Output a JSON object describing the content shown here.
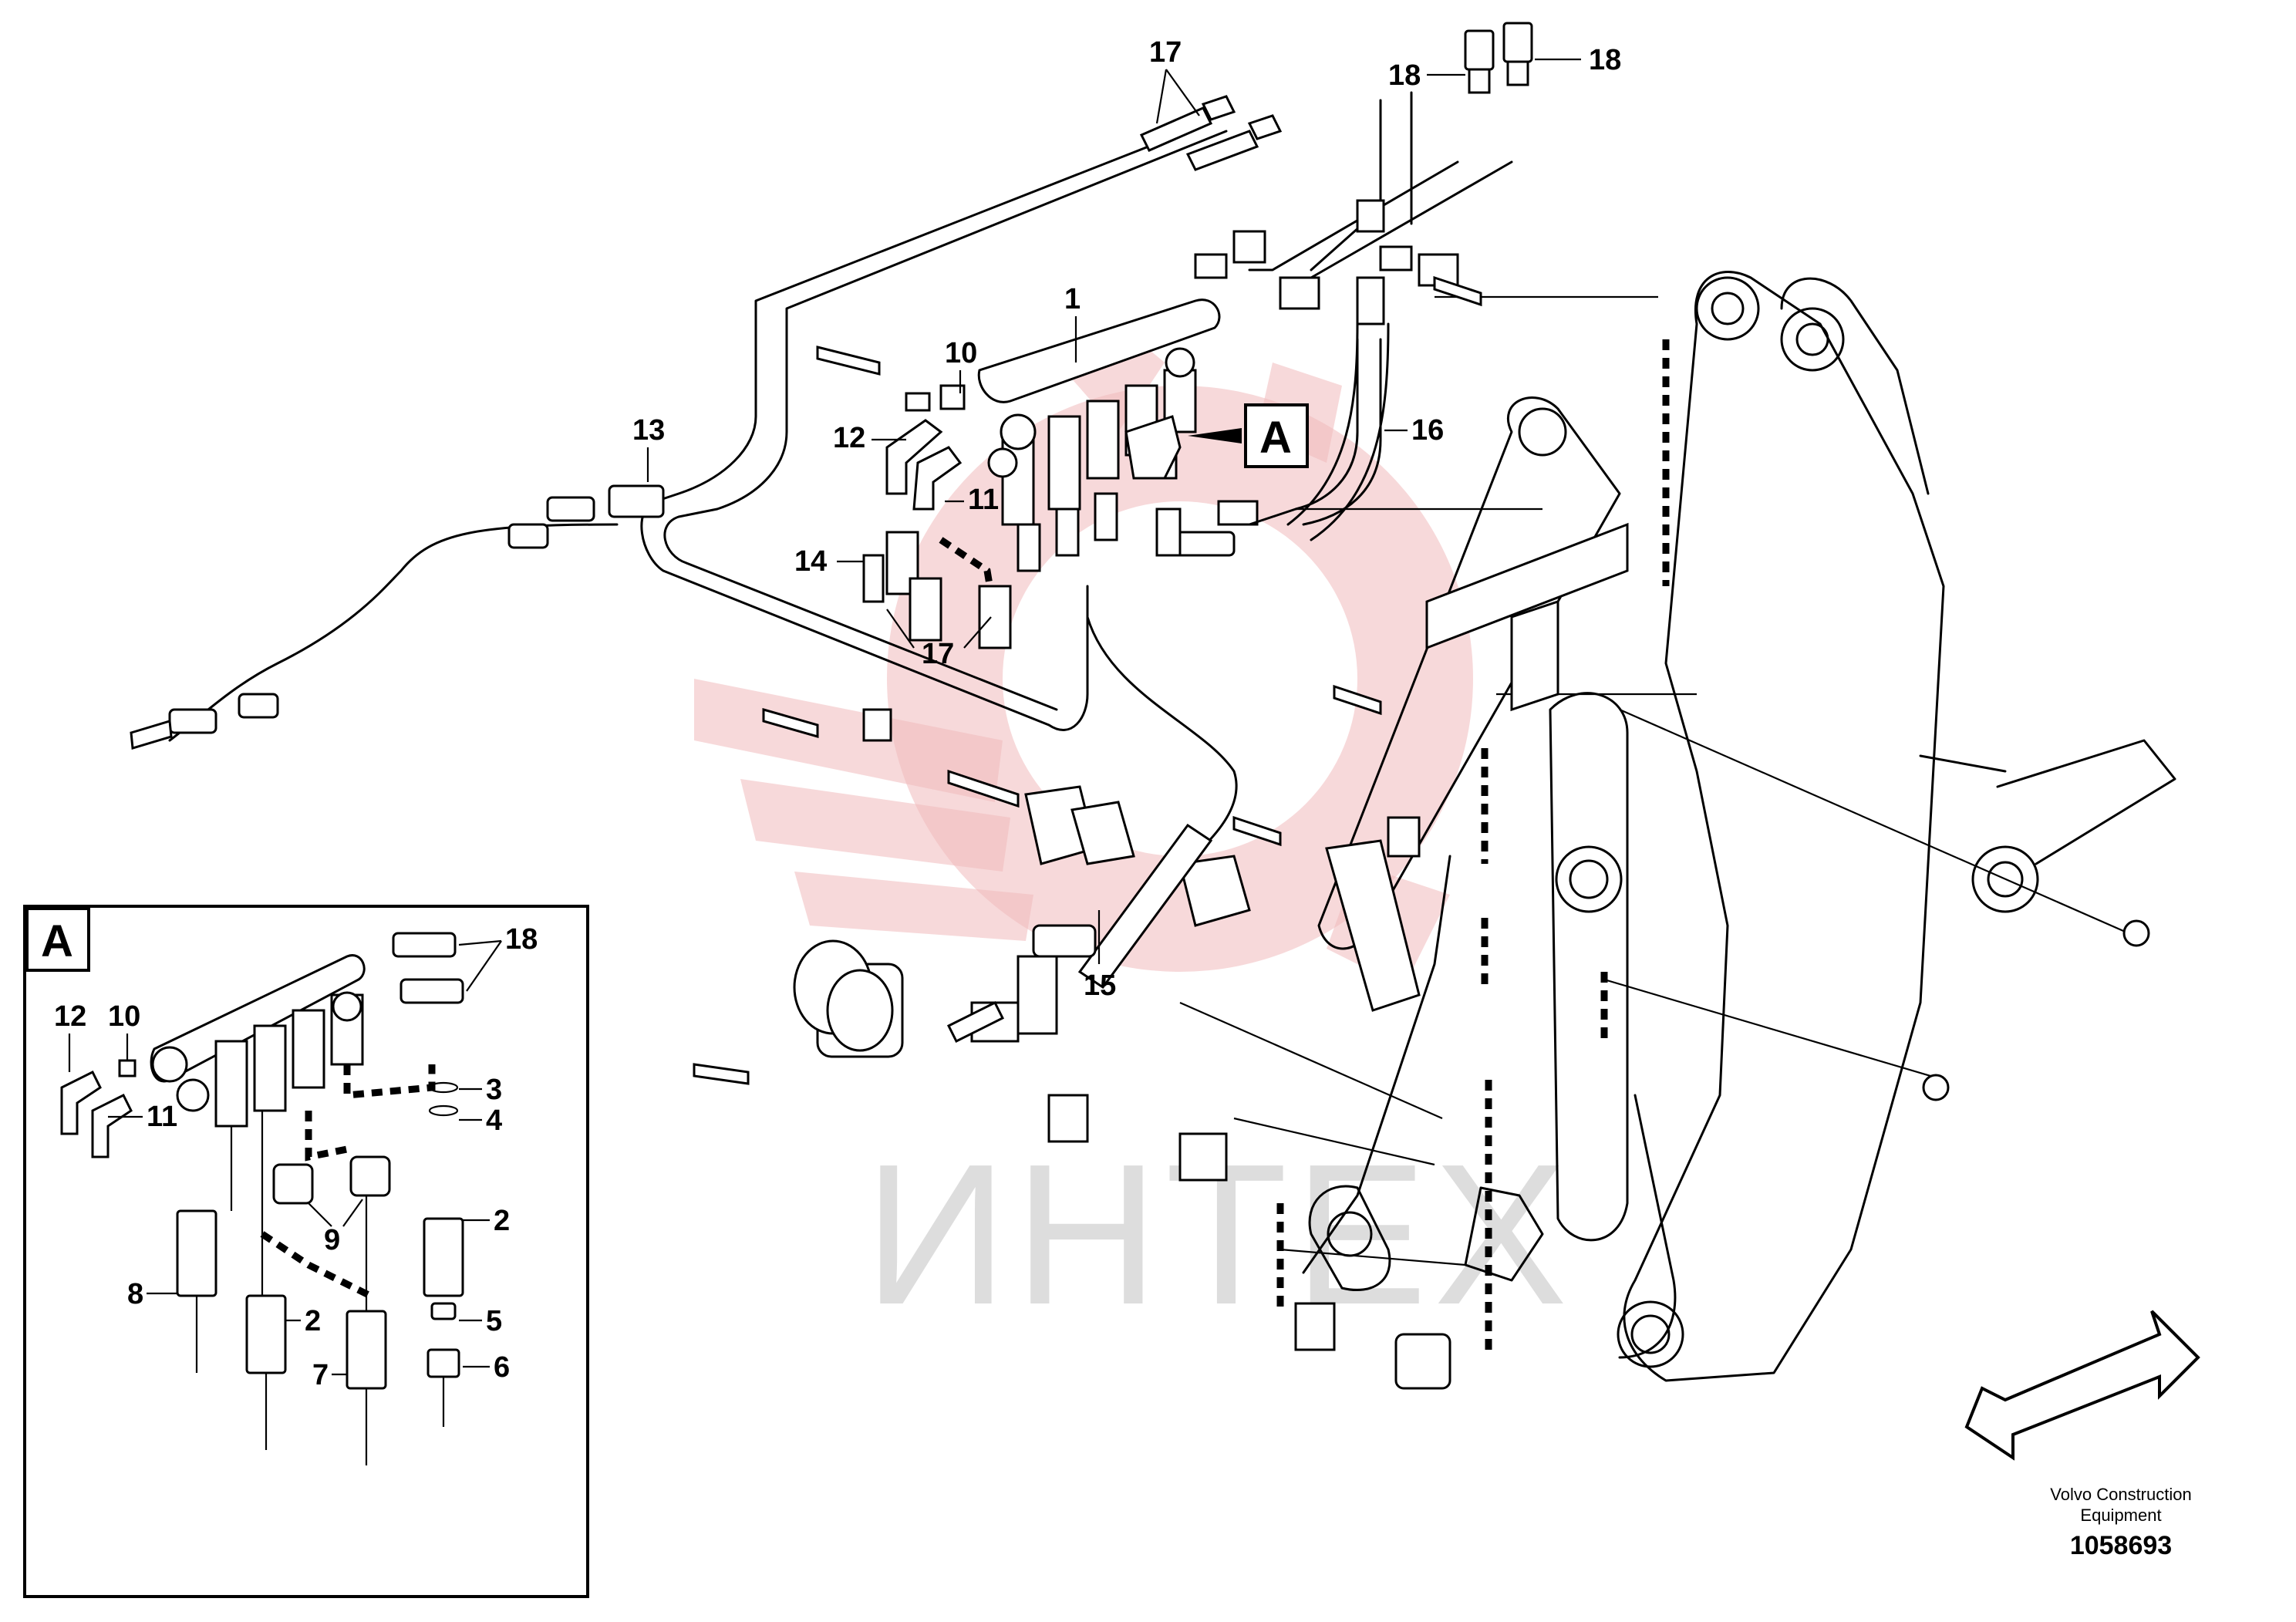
{
  "callouts": [
    {
      "id": "c1",
      "text": "1"
    },
    {
      "id": "c10",
      "text": "10"
    },
    {
      "id": "c12",
      "text": "12"
    },
    {
      "id": "c11",
      "text": "11"
    },
    {
      "id": "c13",
      "text": "13"
    },
    {
      "id": "c14",
      "text": "14"
    },
    {
      "id": "c15",
      "text": "15"
    },
    {
      "id": "c16",
      "text": "16"
    },
    {
      "id": "c17a",
      "text": "17"
    },
    {
      "id": "c17b",
      "text": "17"
    },
    {
      "id": "c18a",
      "text": "18"
    },
    {
      "id": "c18b",
      "text": "18"
    }
  ],
  "detail_ref": "A",
  "detail": {
    "box_label": "A",
    "callouts": [
      {
        "id": "d18",
        "text": "18"
      },
      {
        "id": "d12",
        "text": "12"
      },
      {
        "id": "d10",
        "text": "10"
      },
      {
        "id": "d11",
        "text": "11"
      },
      {
        "id": "d3",
        "text": "3"
      },
      {
        "id": "d4",
        "text": "4"
      },
      {
        "id": "d9",
        "text": "9"
      },
      {
        "id": "d2a",
        "text": "2"
      },
      {
        "id": "d2b",
        "text": "2"
      },
      {
        "id": "d8",
        "text": "8"
      },
      {
        "id": "d7",
        "text": "7"
      },
      {
        "id": "d5",
        "text": "5"
      },
      {
        "id": "d6",
        "text": "6"
      }
    ]
  },
  "watermark": "ИНТЕХ",
  "footer": {
    "line1": "Volvo Construction",
    "line2": "Equipment",
    "drawing_number": "1058693"
  }
}
